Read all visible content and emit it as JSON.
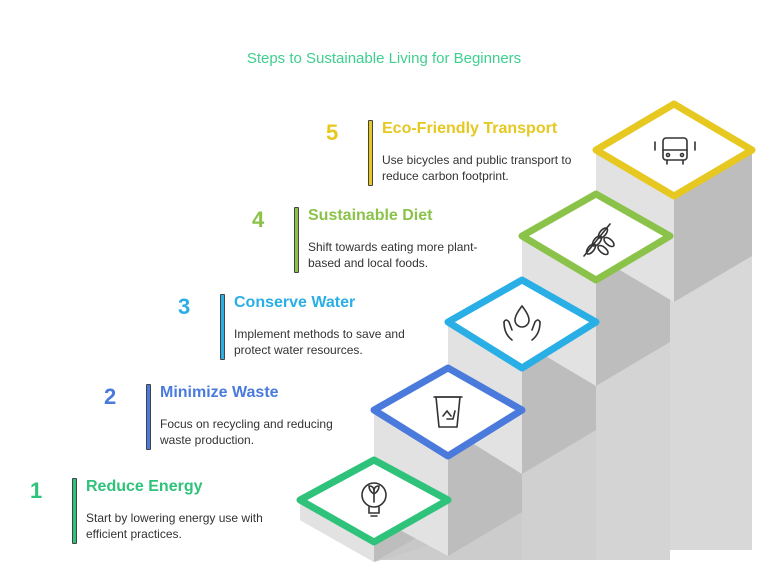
{
  "title": "Steps to Sustainable Living for Beginners",
  "steps": [
    {
      "number": "1",
      "heading": "Reduce Energy",
      "description": "Start by lowering energy use with efficient practices.",
      "color": "#2fc27a",
      "icon": "lightbulb-leaf-icon"
    },
    {
      "number": "2",
      "heading": "Minimize Waste",
      "description": "Focus on recycling and reducing waste production.",
      "color": "#4a7bdc",
      "icon": "recycle-bin-icon"
    },
    {
      "number": "3",
      "heading": "Conserve Water",
      "description": "Implement methods to save and protect water resources.",
      "color": "#2aaee6",
      "icon": "water-hands-icon"
    },
    {
      "number": "4",
      "heading": "Sustainable Diet",
      "description": "Shift towards eating more plant-based and local foods.",
      "color": "#8bc34a",
      "icon": "wheat-icon"
    },
    {
      "number": "5",
      "heading": "Eco-Friendly Transport",
      "description": "Use bicycles and public transport to reduce carbon footprint.",
      "color": "#e6c820",
      "icon": "bus-icon"
    }
  ]
}
